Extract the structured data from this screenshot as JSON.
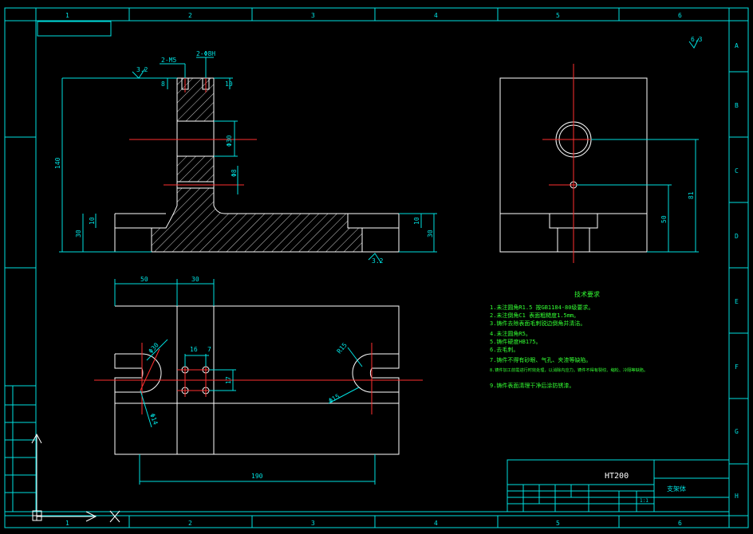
{
  "colors": {
    "background": "#000000",
    "outline": "#ffffff",
    "dimension": "#00e0e0",
    "centerline": "#ff3030",
    "notes": "#33ff33"
  },
  "frame": {
    "columns": [
      "1",
      "2",
      "3",
      "4",
      "5",
      "6"
    ],
    "rows": [
      "A",
      "B",
      "C",
      "D",
      "E",
      "F",
      "G",
      "H"
    ]
  },
  "front_view": {
    "dims": {
      "top_left_thread": "2-M5",
      "top_right_thread": "2-Φ8H",
      "small_depth": "8",
      "top_depth": "10",
      "bore": "Φ30",
      "hole": "Φ8",
      "total_height": "140",
      "left_flange": "10",
      "left_base": "30",
      "right_flange": "10",
      "right_base": "30"
    },
    "roughness_top": "3.2",
    "roughness_bottom": "3.2"
  },
  "side_view": {
    "dims": {
      "height_81": "81",
      "height_50": "50"
    },
    "roughness": "6.3"
  },
  "top_view": {
    "dims": {
      "width_50": "50",
      "width_30": "30",
      "pitch_16": "16",
      "hole_7": "7",
      "spacing_17": "17",
      "length_190": "190",
      "left_radius": "Φ30",
      "left_lower": "Φ14",
      "right_radius": "R15",
      "right_lower": "Φ15"
    }
  },
  "notes": {
    "title": "技术要求",
    "items": [
      "1.未注圆角R1.5 按GB1184-80级要求。",
      "2.未注倒角C1 表面粗糙度1.5mm。",
      "3.铸件去除表面毛刺锐边倒角并清洁。",
      "4.未注圆角R5。",
      "5.铸件硬度HB175。",
      "6.去毛刺。",
      "7.铸件不得有砂眼、气孔、夹渣等缺陷。",
      "8.铸件加工前需进行时效处理，以消除内应力。铸件不得有裂纹、缩松、冷隔等缺陷。",
      "9.铸件表面清理干净后涂防锈漆。"
    ]
  },
  "title_block": {
    "material": "HT200",
    "drawing_name": "支架体",
    "scale": "1:1"
  }
}
